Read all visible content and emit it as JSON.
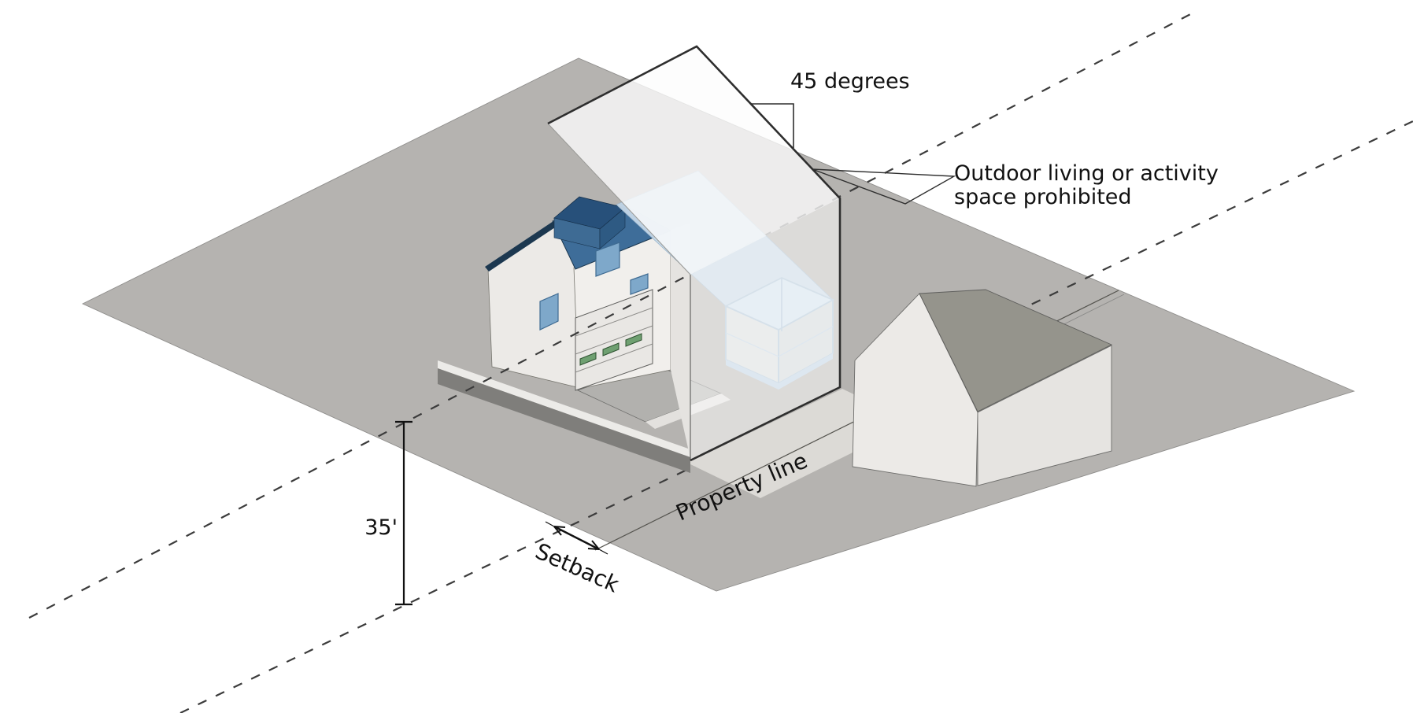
{
  "diagram": {
    "labels": {
      "angle": "45 degrees",
      "prohibited_line1": "Outdoor living or activity",
      "prohibited_line2": "space prohibited",
      "property_line": "Property line",
      "setback": "Setback",
      "height": "35'"
    },
    "values": {
      "envelope_angle_degrees": 45,
      "height_limit_feet": 35
    },
    "colors": {
      "background": "#ffffff",
      "ground_plane": "#b5b3b0",
      "apron": "#dcdad6",
      "house_wall_left": "#eceae7",
      "house_wall_front": "#f1efec",
      "house_roof": "#3e6d99",
      "roof_eave": "#1c3850",
      "roof_box_top": "#27507a",
      "window": "#7ea8ca",
      "garage_door": "#e9e7e4",
      "garage_lite_green": "#6fa071",
      "driveway_pad": "#b2b1ae",
      "retaining_wall": "#7f7e7b",
      "neighbor_wall": "#eceae7",
      "neighbor_roof": "#95948c",
      "envelope_face": "#fbfbfc",
      "daylight_plane_blue": "#c5d8e8",
      "deck_frame_blue": "#a9c2d6",
      "dashed_line": "#3c3c3c",
      "outline": "#2e2e2e",
      "text": "#111111"
    }
  }
}
